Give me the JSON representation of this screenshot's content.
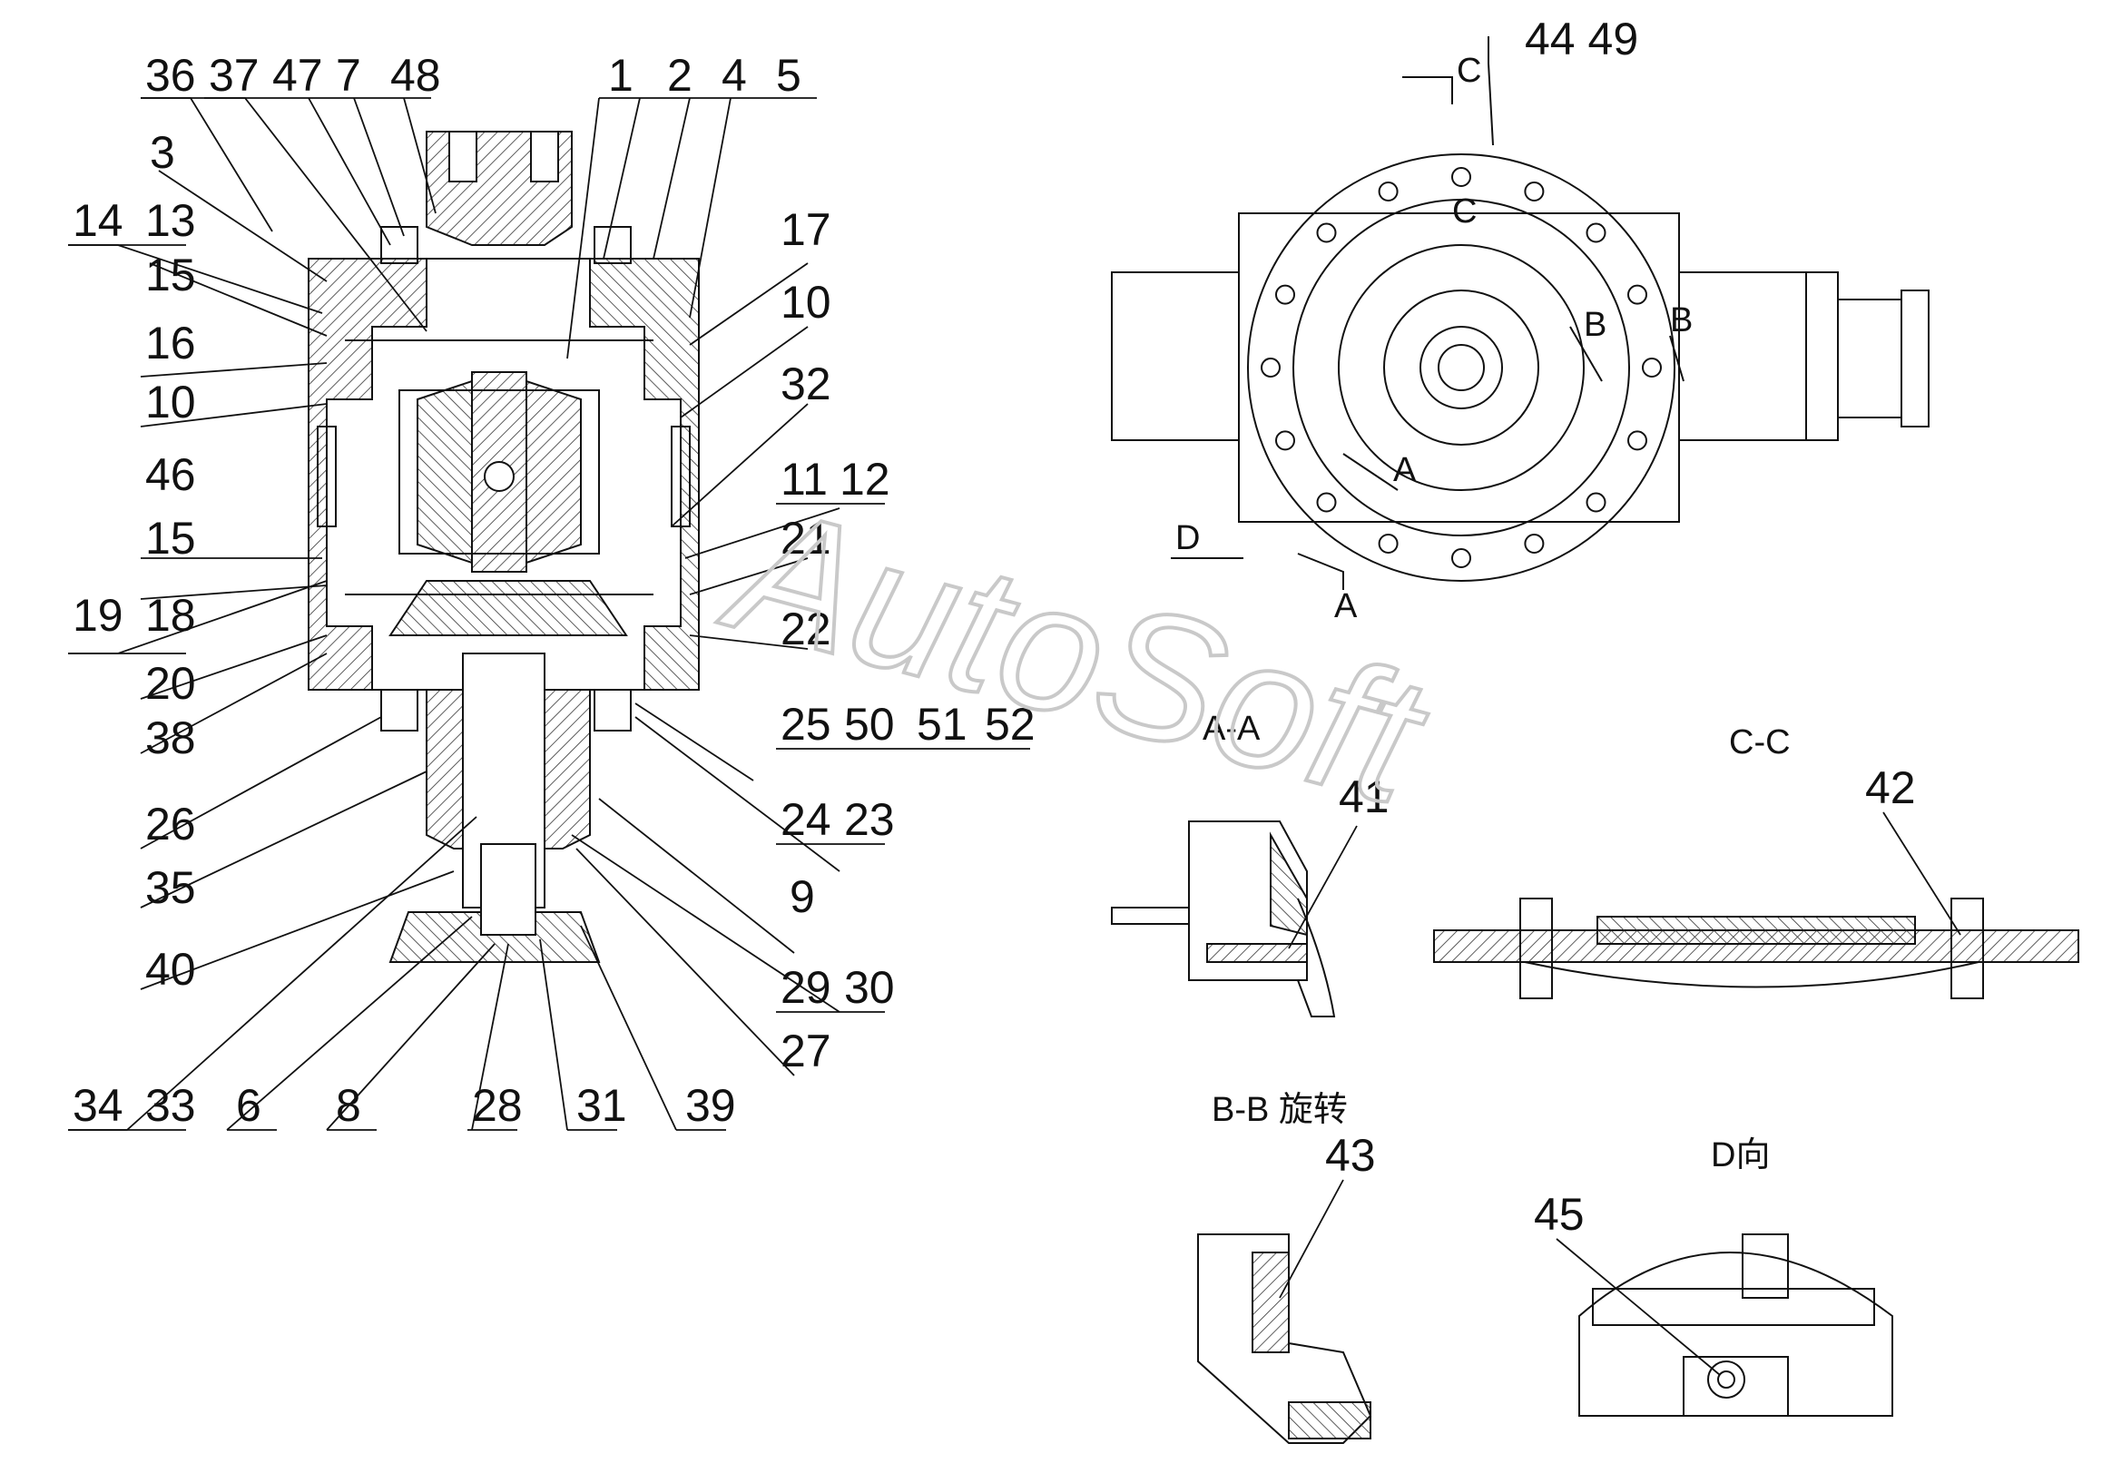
{
  "watermark": "AutoSoft",
  "callouts_left": [
    {
      "id": "36"
    },
    {
      "id": "37"
    },
    {
      "id": "47"
    },
    {
      "id": "7"
    },
    {
      "id": "48"
    },
    {
      "id": "1"
    },
    {
      "id": "2"
    },
    {
      "id": "4"
    },
    {
      "id": "5"
    },
    {
      "id": "3"
    },
    {
      "id": "14"
    },
    {
      "id": "13"
    },
    {
      "id": "15"
    },
    {
      "id": "16"
    },
    {
      "id": "10"
    },
    {
      "id": "46"
    },
    {
      "id": "15"
    },
    {
      "id": "19"
    },
    {
      "id": "18"
    },
    {
      "id": "20"
    },
    {
      "id": "38"
    },
    {
      "id": "26"
    },
    {
      "id": "35"
    },
    {
      "id": "40"
    },
    {
      "id": "34"
    },
    {
      "id": "33"
    },
    {
      "id": "6"
    },
    {
      "id": "8"
    },
    {
      "id": "28"
    },
    {
      "id": "31"
    },
    {
      "id": "39"
    },
    {
      "id": "17"
    },
    {
      "id": "10"
    },
    {
      "id": "32"
    },
    {
      "id": "11"
    },
    {
      "id": "12"
    },
    {
      "id": "21"
    },
    {
      "id": "22"
    },
    {
      "id": "25"
    },
    {
      "id": "50"
    },
    {
      "id": "51"
    },
    {
      "id": "52"
    },
    {
      "id": "24"
    },
    {
      "id": "23"
    },
    {
      "id": "9"
    },
    {
      "id": "29"
    },
    {
      "id": "30"
    },
    {
      "id": "27"
    }
  ],
  "top_view": {
    "section_marks": [
      "C",
      "C",
      "B",
      "B",
      "A",
      "A",
      "D"
    ],
    "callout": "44 49"
  },
  "views": {
    "aa": {
      "title": "A-A",
      "callout": "41"
    },
    "cc": {
      "title": "C-C",
      "callout": "42"
    },
    "bb": {
      "title": "B-B 旋转",
      "callout": "43"
    },
    "d": {
      "title": "D向",
      "callout": "45"
    }
  }
}
